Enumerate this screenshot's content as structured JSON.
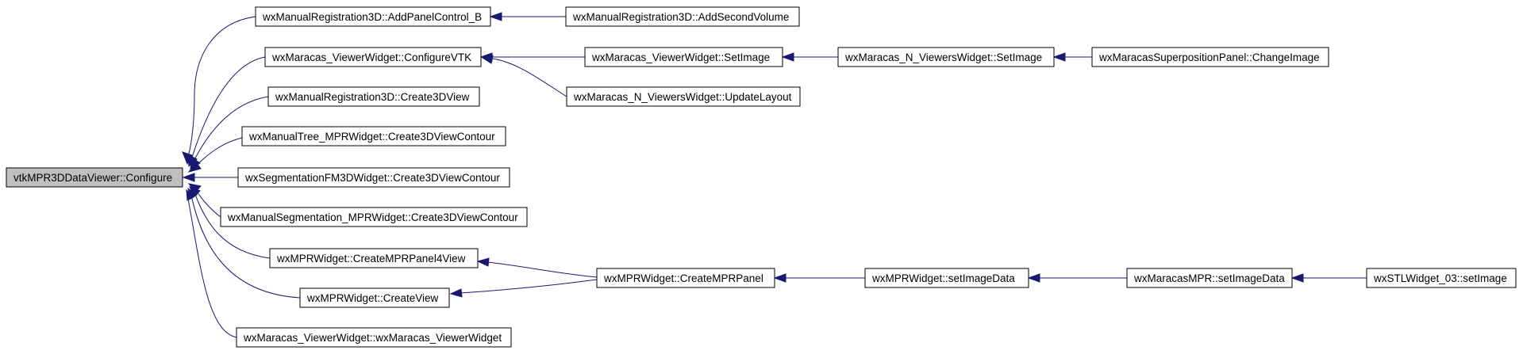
{
  "diagram": {
    "nodes": {
      "root": "vtkMPR3DDataViewer::Configure",
      "n1": "wxManualRegistration3D::AddPanelControl_B",
      "n2": "wxMaracas_ViewerWidget::ConfigureVTK",
      "n3": "wxManualRegistration3D::Create3DView",
      "n4": "wxManualTree_MPRWidget::Create3DViewContour",
      "n5": "wxSegmentationFM3DWidget::Create3DViewContour",
      "n6": "wxManualSegmentation_MPRWidget::Create3DViewContour",
      "n7": "wxMPRWidget::CreateMPRPanel4View",
      "n8": "wxMPRWidget::CreateView",
      "n9": "wxMaracas_ViewerWidget::wxMaracas_ViewerWidget",
      "n10": "wxManualRegistration3D::AddSecondVolume",
      "n11": "wxMaracas_ViewerWidget::SetImage",
      "n12": "wxMaracas_N_ViewersWidget::UpdateLayout",
      "n13": "wxMaracas_N_ViewersWidget::SetImage",
      "n14": "wxMaracasSuperpositionPanel::ChangeImage",
      "n15": "wxMPRWidget::CreateMPRPanel",
      "n16": "wxMPRWidget::setImageData",
      "n17": "wxMaracasMPR::setImageData",
      "n18": "wxSTLWidget_03::setImage"
    }
  }
}
